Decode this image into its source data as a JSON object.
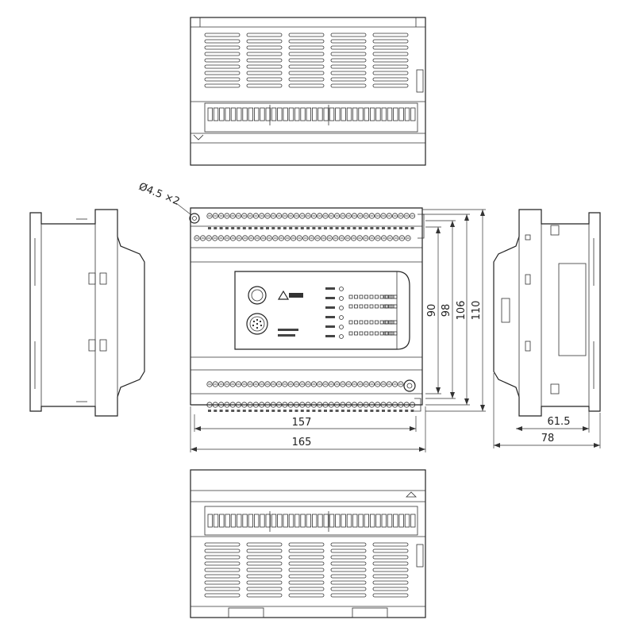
{
  "annotations": {
    "hole_callout": "Ø4.5 ×2"
  },
  "dimensions": {
    "width_inner": "157",
    "width_outer": "165",
    "depth_inner": "61.5",
    "depth_outer": "78",
    "height_90": "90",
    "height_98": "98",
    "height_106": "106",
    "height_110": "110"
  },
  "views": [
    "top-view",
    "front-view",
    "left-side-view",
    "right-side-view",
    "bottom-view"
  ]
}
